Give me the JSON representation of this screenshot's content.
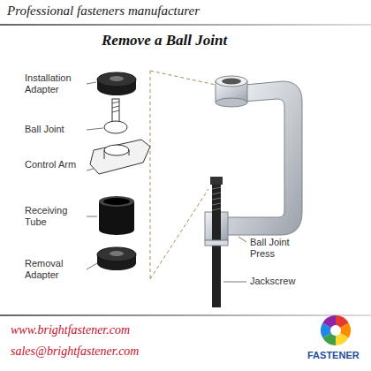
{
  "diagram": {
    "title": "Remove a Ball Joint",
    "labels": [
      "Professional fasteners manufacturer",
      "Installation Adapter",
      "Ball Joint",
      "Control Arm",
      "Receiving Tube",
      "Removal Adapter",
      "Ball Joint Press",
      "Jackscrew",
      "www.brightfastener.com",
      "sales@brightfastener.com",
      "FASTENER"
    ]
  }
}
